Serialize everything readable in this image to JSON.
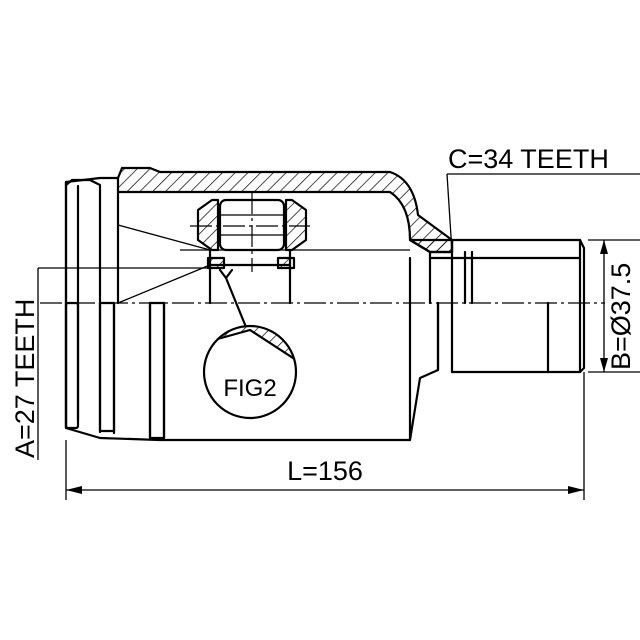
{
  "labels": {
    "spline_c": "C=34 TEETH",
    "spline_a": "A=27 TEETH",
    "length": "L=156",
    "diameter": "B=Ø37.5",
    "detail": "FIG2"
  }
}
